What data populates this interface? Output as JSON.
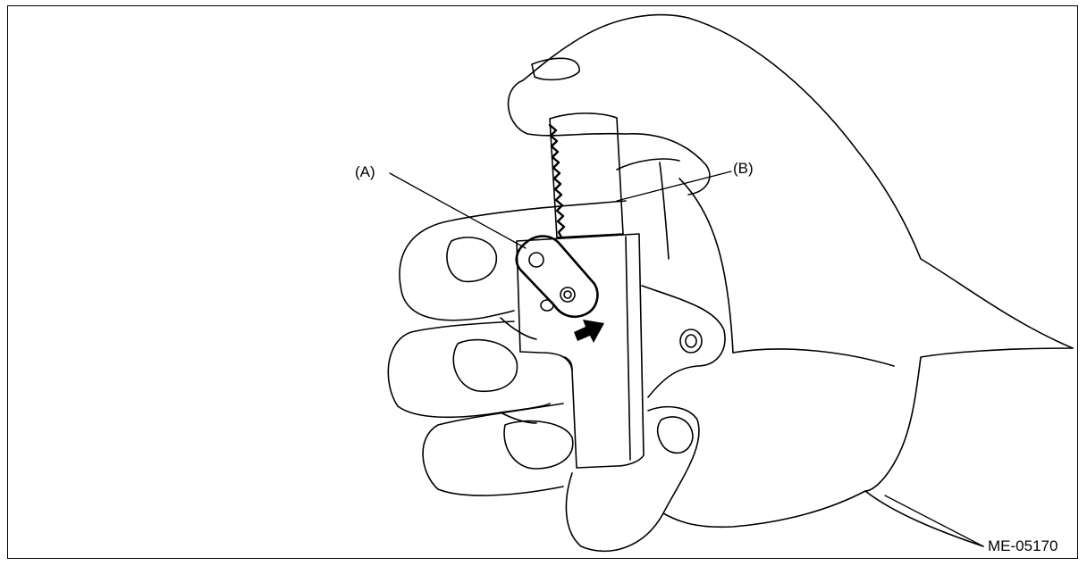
{
  "figure": {
    "callouts": {
      "a": "(A)",
      "b": "(B)"
    },
    "figure_code": "ME-05170"
  },
  "colors": {
    "line": "#000000",
    "background": "#ffffff"
  }
}
